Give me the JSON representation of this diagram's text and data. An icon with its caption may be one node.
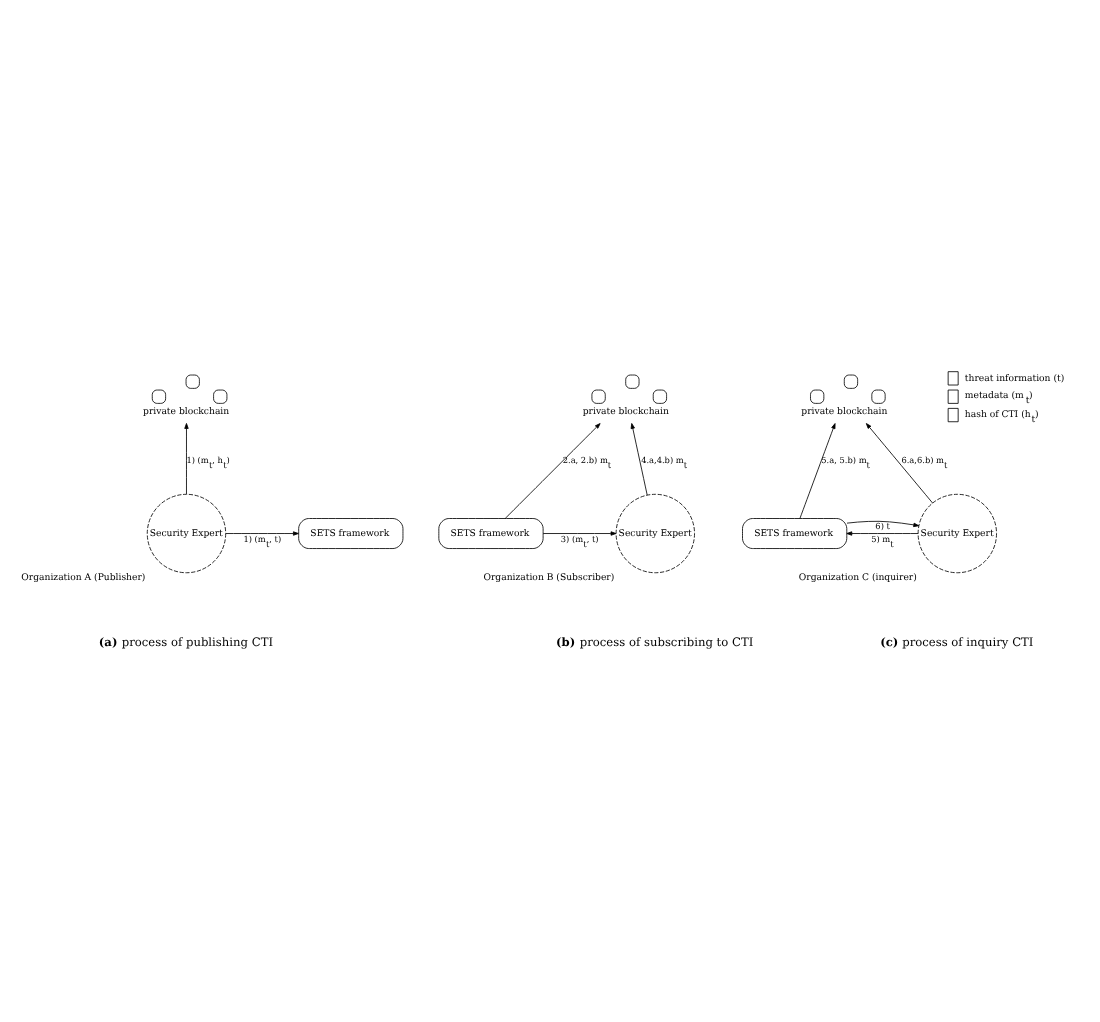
{
  "diagram": {
    "nodes": [
      {
        "text": [
          "Security Expert"
        ],
        "beside": [
          "Organization A (Publisher)"
        ]
      },
      {
        "text": [
          "private blockchain"
        ]
      },
      {
        "text": [
          "SETS framework"
        ]
      },
      {
        "text": [
          "Security Expert"
        ],
        "beside": [
          "Organization B (Subscriber)"
        ]
      },
      {
        "text": [
          "private blockchain"
        ]
      },
      {
        "text": [
          "SETS framework"
        ]
      },
      {
        "text": [
          "Security Expert"
        ],
        "beside": [
          "Organization C (inquirer)"
        ]
      },
      {
        "text": [
          "private blockchain"
        ]
      },
      {
        "text": [
          "SETS framework"
        ]
      }
    ],
    "edges": [
      {
        "from": 0,
        "to": 1,
        "arrow": "to",
        "label": "1) (m$_{t}$, h$_{t}$)"
      },
      {
        "from": 0,
        "to": 2,
        "arrow": "to",
        "label": "1) (m$_{t}$, t)"
      },
      {
        "from": 3,
        "to": 4,
        "arrow": "to",
        "label": "4.a,4.b) m$_{t}$"
      },
      {
        "from": 5,
        "to": 4,
        "arrow": "to",
        "label": "2.a, 2.b) m$_{t}$"
      },
      {
        "from": 5,
        "to": 3,
        "arrow": "to",
        "label": "3) (m$_{t}$, t)"
      },
      {
        "from": 6,
        "to": 7,
        "arrow": "to",
        "label": "6.a,6.b) m$_{t}$"
      },
      {
        "from": 8,
        "to": 7,
        "arrow": "to",
        "label": "5.a, 5.b) m$_{t}$"
      },
      {
        "from": 6,
        "to": 8,
        "arrow": "to",
        "label": "5) m$_{t}$"
      },
      {
        "from": 8,
        "to": 6,
        "arrow": "to",
        "label": "6) t"
      }
    ],
    "labels": [
      "**(a)** process of publishing CTI",
      "**(b)** process of subscribing to CTI",
      "**(c)** process of inquiry CTI"
    ],
    "legend": [
      {
        "text": "threat information (t)"
      },
      {
        "text": "metadata (m$_{t}$)"
      },
      {
        "text": "hash of CTI (h$_{t}$)"
      }
    ]
  }
}
